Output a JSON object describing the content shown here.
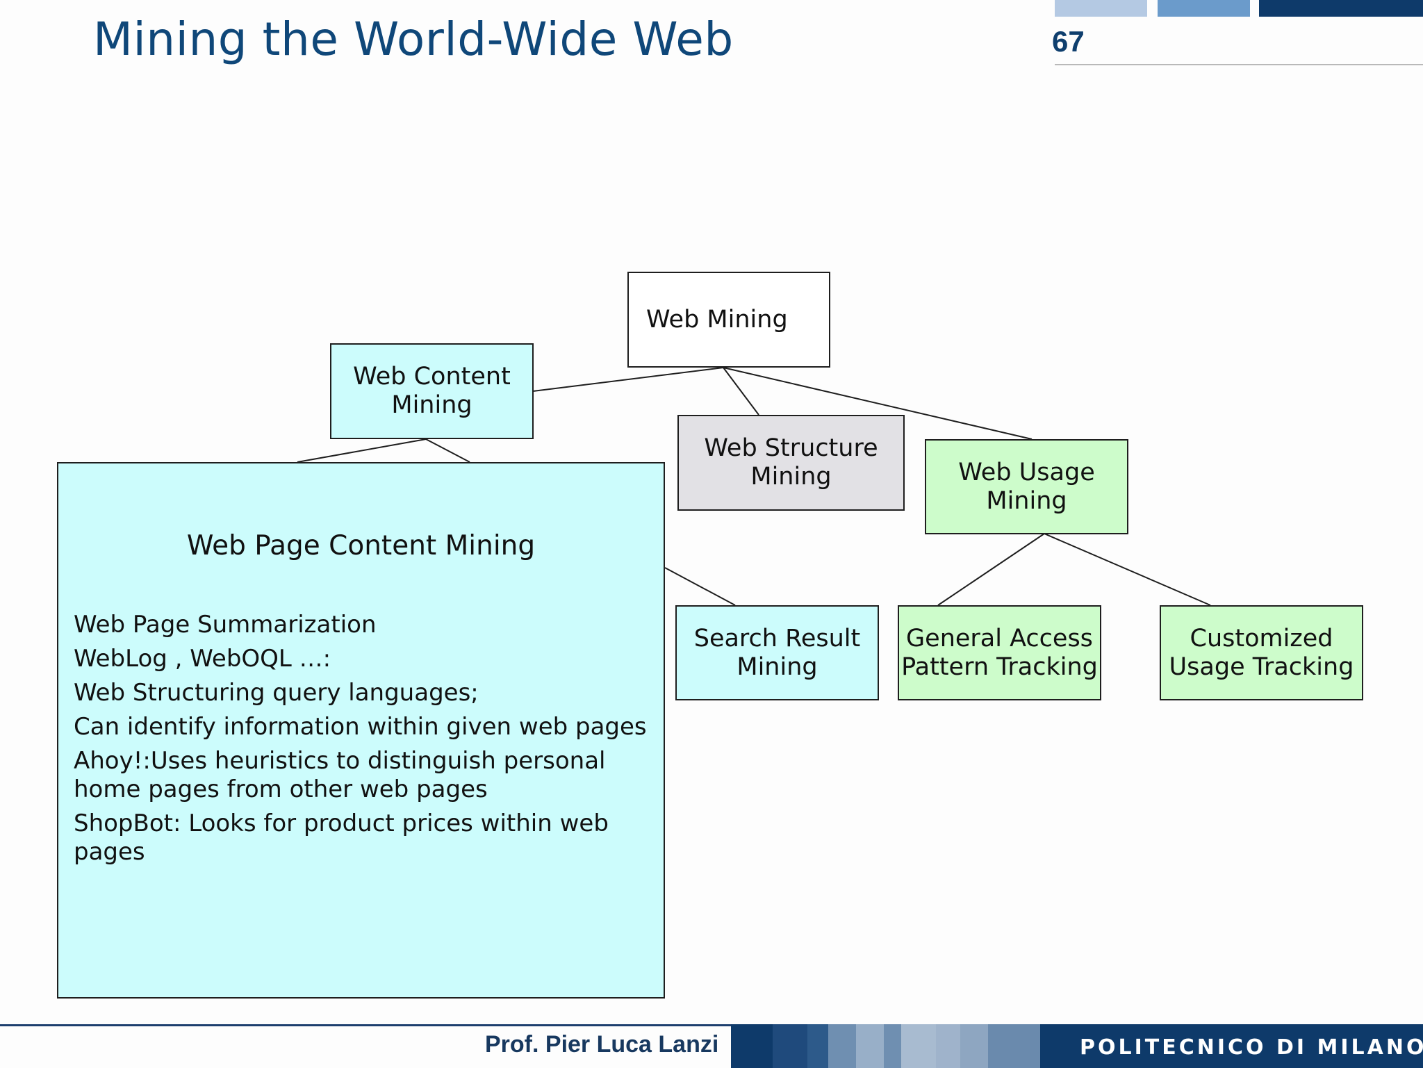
{
  "slide": {
    "title": "Mining the World-Wide Web",
    "page_number": "67",
    "header_blocks": [
      "#b4c9e3",
      "#6b9bcb",
      "#0e3a6a"
    ]
  },
  "nodes": {
    "web_mining": "Web Mining",
    "web_content_mining": "Web Content\nMining",
    "web_structure_mining": "Web Structure\nMining",
    "web_usage_mining": "Web Usage\nMining",
    "search_result_mining": "Search Result\nMining",
    "general_access": "General Access\nPattern Tracking",
    "customized_usage": "Customized\nUsage Tracking"
  },
  "detail": {
    "title": "Web Page Content Mining",
    "items": [
      "Web Page Summarization",
      "WebLog , WebOQL …:",
      "Web Structuring query languages;",
      "Can identify information within given web pages",
      "Ahoy!:Uses heuristics to distinguish personal home pages from other web pages",
      "ShopBot: Looks for product prices within web pages"
    ]
  },
  "colors": {
    "title": "#0f4779",
    "content_fill": "#ccfcfc",
    "structure_fill": "#e2e1e5",
    "usage_fill": "#cdfccb",
    "footer_dark": "#0e3a6a"
  },
  "footer": {
    "author": "Prof. Pier Luca Lanzi",
    "institution": "POLITECNICO DI MILANO"
  }
}
